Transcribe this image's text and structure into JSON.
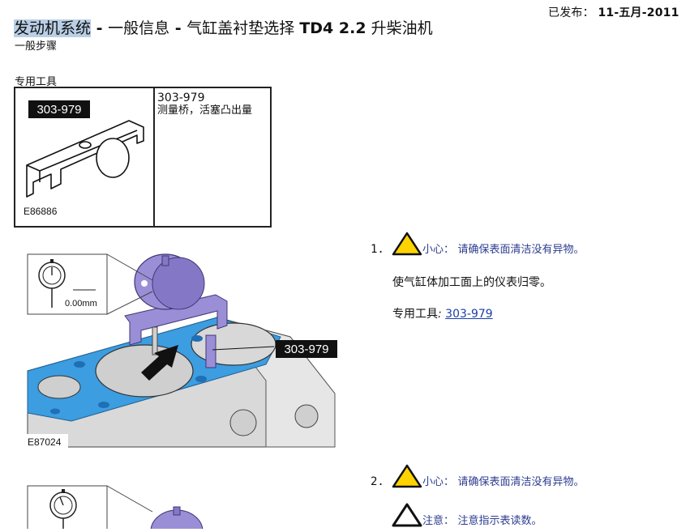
{
  "header": {
    "published_label": "已发布：",
    "published_date": "11-五月-2011",
    "title_prefix": "发动机系统",
    "title_sep1": " - ",
    "title_middle": "一般信息",
    "title_sep2": " - ",
    "title_desc": "气缸盖衬垫选择 ",
    "title_engine": "TD4 2.2",
    "title_suffix": " 升柴油机",
    "subtitle": "一般步骤"
  },
  "tools": {
    "label": "专用工具",
    "items": [
      {
        "image_tag": "303-979",
        "image_code": "E86886",
        "number": "303-979",
        "description": "测量桥，活塞凸出量"
      }
    ]
  },
  "figures": [
    {
      "callout": "303-979",
      "code": "E87024",
      "gauge_reading": "0.00mm"
    }
  ],
  "steps": [
    {
      "index": "1.",
      "caution_label": "小心：",
      "caution_text": "请确保表面清洁没有异物。",
      "instruction": "使气缸体加工面上的仪表归零。",
      "tool_label": "专用工具",
      "tool_colon": ":",
      "tool_link": "303-979"
    },
    {
      "index": "2.",
      "caution_label": "小心：",
      "caution_text": "请确保表面清洁没有异物。",
      "note_label": "注意：",
      "note_text": "注意指示表读数。"
    }
  ],
  "colors": {
    "highlight": "#b9cfe6",
    "caution": "#2d3d8f",
    "link": "#1a3fa8",
    "block": "#3c9de0",
    "tool": "#9a8fd6"
  }
}
